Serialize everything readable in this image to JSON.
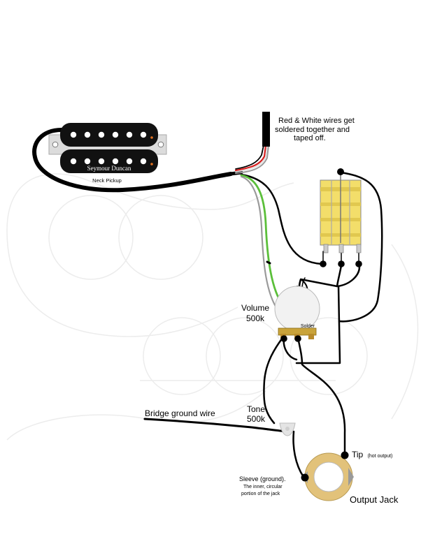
{
  "labels": {
    "wires_note_line1": "Red & White wires get",
    "wires_note_line2": "soldered together and",
    "wires_note_line3": "taped off.",
    "pickup_brand": "Seymour Duncan",
    "pickup_label": "Neck Pickup",
    "volume_line1": "Volume",
    "volume_line2": "500k",
    "solder_label": "Solder",
    "bridge_ground": "Bridge ground wire",
    "tone_line1": "Tone",
    "tone_line2": "500k",
    "tip_label": "Tip",
    "tip_note": "(hot output)",
    "sleeve_line1": "Sleeve (ground).",
    "sleeve_line2": "The inner, circular",
    "sleeve_line3": "portion of the jack",
    "output_jack": "Output Jack"
  },
  "colors": {
    "wire_black": "#000000",
    "wire_red": "#d62020",
    "wire_green": "#5bbf3a",
    "wire_gray": "#9a9a9a",
    "switch_yellow": "#f3de6a",
    "jack_ring": "#e2c27a",
    "pickup_body": "#111111",
    "pot_body": "#f2f2f2"
  }
}
